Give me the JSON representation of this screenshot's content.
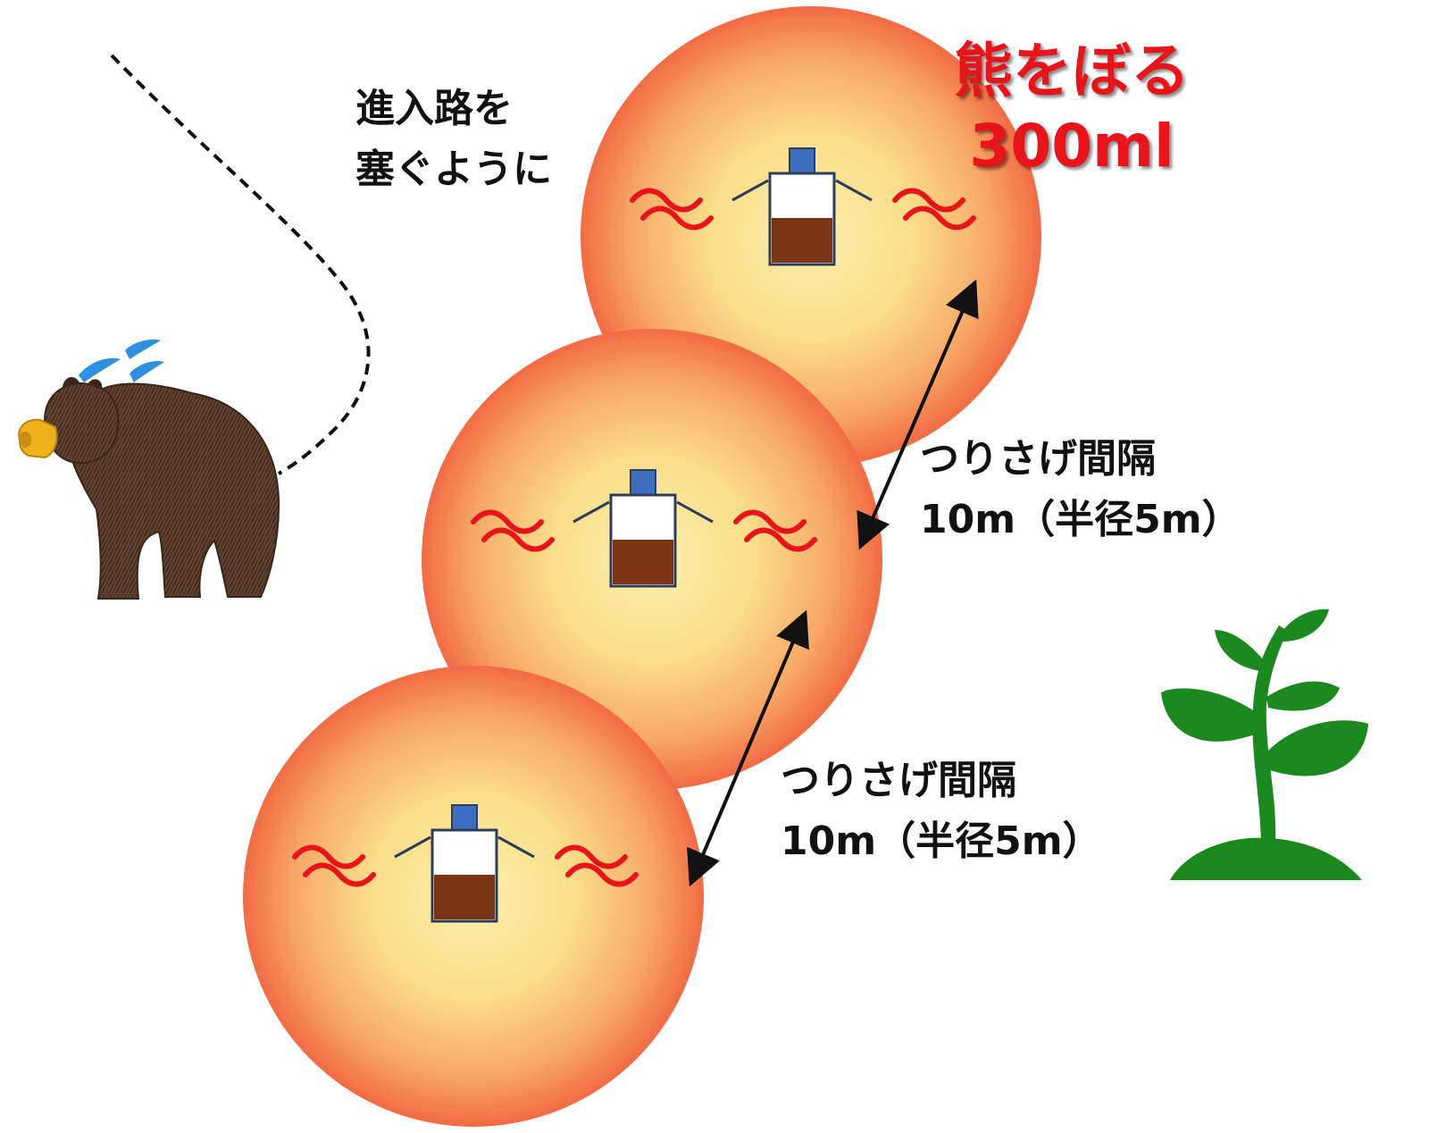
{
  "labels": {
    "path_line1": "進入路を",
    "path_line2": "塞ぐように",
    "product_name": "熊をぼる",
    "product_volume": "300ml",
    "interval_upper_line1": "つりさげ間隔",
    "interval_upper_line2": "10m（半径5m）",
    "interval_lower_line1": "つりさげ間隔",
    "interval_lower_line2": "10m（半径5m）"
  },
  "colors": {
    "circle_center": "#fbe79a",
    "circle_edge": "#f36f45",
    "wave": "#e8141a",
    "bottle_cap": "#3d6ebf",
    "bottle_liquid": "#7a3612",
    "plant": "#1a8a1e",
    "sweat": "#2f8fe0",
    "bear_fur": "#4e3526",
    "muzzle": "#f0b21a",
    "product_text": "#e8141a"
  },
  "icons": {
    "bear": "bear-wearing-muzzle",
    "plant": "sprout-icon",
    "sweat": "sweat-drops-icon"
  },
  "units": {
    "spacing": "10m",
    "radius": "5m"
  }
}
